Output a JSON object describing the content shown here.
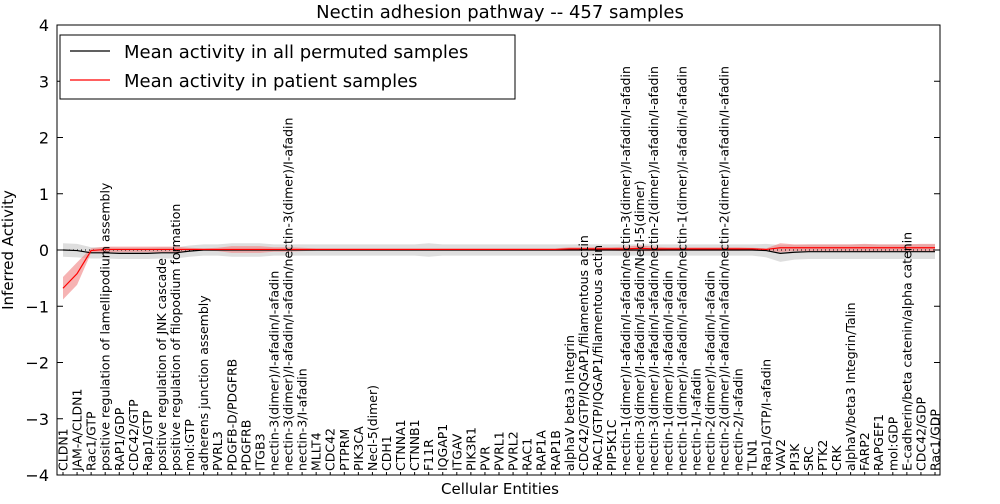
{
  "chart_data": {
    "type": "line",
    "title": "Nectin adhesion pathway -- 457 samples",
    "xlabel": "Cellular Entities",
    "ylabel": "Inferred Activity",
    "ylim": [
      -4,
      4
    ],
    "yticks": [
      -4,
      -3,
      -2,
      -1,
      0,
      1,
      2,
      3,
      4
    ],
    "yticklabels": [
      "−4",
      "−3",
      "−2",
      "−1",
      "0",
      "1",
      "2",
      "3",
      "4"
    ],
    "legend_placement": "top-left",
    "zero_line": "dotted",
    "categories": [
      "CLDN1",
      "JAM-A/CLDN1",
      "Rac1/GTP",
      "positive regulation of lamellipodium assembly",
      "RAP1/GDP",
      "CDC42/GTP",
      "Rap1/GTP",
      "positive regulation of JNK cascade",
      "positive regulation of filopodium formation",
      "mol:GTP",
      "adherens junction assembly",
      "PVRL3",
      "PDGFB-D/PDGFRB",
      "PDGFRB",
      "ITGB3",
      "nectin-3(dimer)/I-afadin/I-afadin",
      "nectin-3(dimer)/I-afadin/I-afadin/nectin-3(dimer)/I-afadin",
      "nectin-3/I-afadin",
      "MLLT4",
      "CDC42",
      "PTPRM",
      "PIK3CA",
      "Necl-5(dimer)",
      "CDH1",
      "CTNNA1",
      "CTNNB1",
      "F11R",
      "IQGAP1",
      "ITGAV",
      "PIK3R1",
      "PVR",
      "PVRL1",
      "PVRL2",
      "RAC1",
      "RAP1A",
      "RAP1B",
      "alphaV beta3 Integrin",
      "CDC42/GTP/IQGAP1/filamentous actin",
      "RAC1/GTP/IQGAP1/filamentous actin",
      "PIP5K1C",
      "nectin-1(dimer)/I-afadin/I-afadin/nectin-3(dimer)/I-afadin/I-afadin",
      "nectin-3(dimer)/I-afadin/I-afadin/Necl-5(dimer)",
      "nectin-3(dimer)/I-afadin/I-afadin/nectin-2(dimer)/I-afadin/I-afadin",
      "nectin-1(dimer)/I-afadin/I-afadin",
      "nectin-1(dimer)/I-afadin/I-afadin/nectin-1(dimer)/I-afadin/I-afadin",
      "nectin-1/I-afadin",
      "nectin-2(dimer)/I-afadin/I-afadin",
      "nectin-2(dimer)/I-afadin/I-afadin/nectin-2(dimer)/I-afadin/I-afadin",
      "nectin-2/I-afadin",
      "TLN1",
      "Rap1/GTP/I-afadin",
      "VAV2",
      "PI3K",
      "SRC",
      "PTK2",
      "CRK",
      "alphaV/beta3 Integrin/Talin",
      "FARP2",
      "RAPGEF1",
      "mol:GDP",
      "E-cadherin/beta catenin/alpha catenin",
      "CDC42/GDP",
      "Rac1/GDP"
    ],
    "series": [
      {
        "name": "Mean activity in all permuted samples",
        "color": "#000000",
        "band_color": "#c8c8c8",
        "values": [
          0,
          -0.01,
          -0.05,
          -0.05,
          -0.06,
          -0.06,
          -0.06,
          -0.05,
          -0.05,
          -0.02,
          0,
          0,
          0,
          0,
          0,
          0,
          0,
          0,
          0,
          0,
          0,
          0,
          0,
          0,
          0,
          0,
          0,
          0,
          0,
          0,
          0,
          0,
          0,
          0,
          0,
          0,
          0,
          0,
          0,
          0,
          0,
          0,
          0,
          0,
          0,
          0,
          0,
          0,
          0,
          0,
          -0.01,
          -0.06,
          -0.04,
          -0.03,
          -0.03,
          -0.03,
          -0.03,
          -0.03,
          -0.03,
          -0.03,
          -0.03,
          -0.03,
          -0.03
        ],
        "band": [
          0.12,
          0.12,
          0.1,
          0.1,
          0.1,
          0.1,
          0.1,
          0.1,
          0.1,
          0.1,
          0.1,
          0.1,
          0.12,
          0.12,
          0.12,
          0.1,
          0.1,
          0.1,
          0.1,
          0.1,
          0.1,
          0.1,
          0.1,
          0.1,
          0.1,
          0.1,
          0.12,
          0.1,
          0.1,
          0.1,
          0.1,
          0.1,
          0.1,
          0.1,
          0.1,
          0.1,
          0.1,
          0.1,
          0.1,
          0.1,
          0.1,
          0.1,
          0.1,
          0.1,
          0.1,
          0.1,
          0.1,
          0.1,
          0.1,
          0.1,
          0.12,
          0.15,
          0.13,
          0.13,
          0.13,
          0.13,
          0.13,
          0.13,
          0.13,
          0.13,
          0.13,
          0.13,
          0.13
        ]
      },
      {
        "name": "Mean activity in patient samples",
        "color": "#ff0000",
        "band_color": "#f08080",
        "values": [
          -0.68,
          -0.42,
          -0.01,
          0.01,
          0.01,
          0.01,
          0.01,
          0.01,
          0.01,
          0.01,
          0.01,
          0.01,
          0.01,
          0.01,
          0.01,
          0.01,
          0.01,
          0.01,
          0.01,
          0.01,
          0.01,
          0.01,
          0.01,
          0.01,
          0.01,
          0.01,
          0.01,
          0.01,
          0.01,
          0.01,
          0.01,
          0.01,
          0.01,
          0.01,
          0.01,
          0.01,
          0.02,
          0.02,
          0.02,
          0.02,
          0.02,
          0.03,
          0.02,
          0.02,
          0.02,
          0.02,
          0.02,
          0.02,
          0.02,
          0.02,
          0.01,
          0.04,
          0.04,
          0.04,
          0.04,
          0.04,
          0.04,
          0.04,
          0.04,
          0.04,
          0.04,
          0.04,
          0.04
        ],
        "band": [
          0.2,
          0.2,
          0.04,
          0.05,
          0.05,
          0.05,
          0.05,
          0.05,
          0.05,
          0.03,
          0.02,
          0.03,
          0.06,
          0.06,
          0.06,
          0.04,
          0.04,
          0.03,
          0.02,
          0.02,
          0.02,
          0.02,
          0.02,
          0.02,
          0.02,
          0.02,
          0.02,
          0.02,
          0.02,
          0.02,
          0.02,
          0.02,
          0.02,
          0.02,
          0.02,
          0.02,
          0.03,
          0.03,
          0.03,
          0.03,
          0.04,
          0.05,
          0.04,
          0.03,
          0.03,
          0.03,
          0.03,
          0.03,
          0.03,
          0.02,
          0.02,
          0.08,
          0.06,
          0.06,
          0.06,
          0.06,
          0.06,
          0.07,
          0.06,
          0.06,
          0.06,
          0.07,
          0.07
        ]
      }
    ]
  }
}
